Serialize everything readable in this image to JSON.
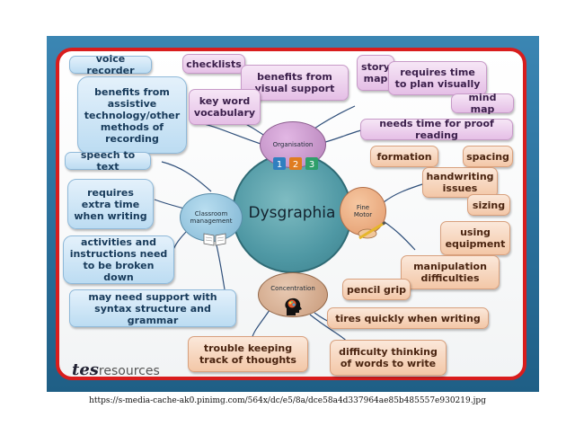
{
  "center": {
    "label": "Dysgraphia"
  },
  "hubs": {
    "organisation": "Organisation",
    "classroom": "Classroom management",
    "fine_motor": "Fine Motor",
    "concentration": "Concentration"
  },
  "icons": {
    "steps_icon_labels": [
      "1",
      "2",
      "3"
    ],
    "classroom_icon": "open-book-icon",
    "fine_motor_icon": "pencil-hand-icon",
    "concentration_icon": "head-brain-icon"
  },
  "blue_nodes": {
    "voice_recorder": "voice recorder",
    "benefits_assistive": "benefits from assistive technology/other methods of recording",
    "speech_to_text": "speech to text",
    "extra_time": "requires extra time when writing",
    "activities_broken": "activities and instructions need to be broken down",
    "syntax_support": "may need support with syntax structure and grammar"
  },
  "pink_nodes": {
    "checklists": "checklists",
    "visual_support": "benefits from visual support",
    "key_word": "key word vocabulary",
    "story_map": "story map",
    "time_plan": "requires time to plan visually",
    "mind_map": "mind map",
    "proof_reading": "needs time for proof reading"
  },
  "orange_nodes": {
    "formation": "formation",
    "spacing": "spacing",
    "handwriting": "handwriting issues",
    "sizing": "sizing",
    "equipment": "using equipment",
    "manipulation": "manipulation difficulties",
    "pencil_grip": "pencil grip",
    "tires_quickly": "tires quickly when writing",
    "track_thoughts": "trouble keeping track of thoughts",
    "thinking_words": "difficulty thinking of words to write"
  },
  "logo": {
    "brand": "tes",
    "suffix": "resources"
  },
  "caption": "https://s-media-cache-ak0.pinimg.com/564x/dc/e5/8a/dce58a4d337964ae85b485557e930219.jpg",
  "colors": {
    "frame": "#2a6f9a",
    "border": "#d91d1d",
    "center": "#4f98a4"
  }
}
